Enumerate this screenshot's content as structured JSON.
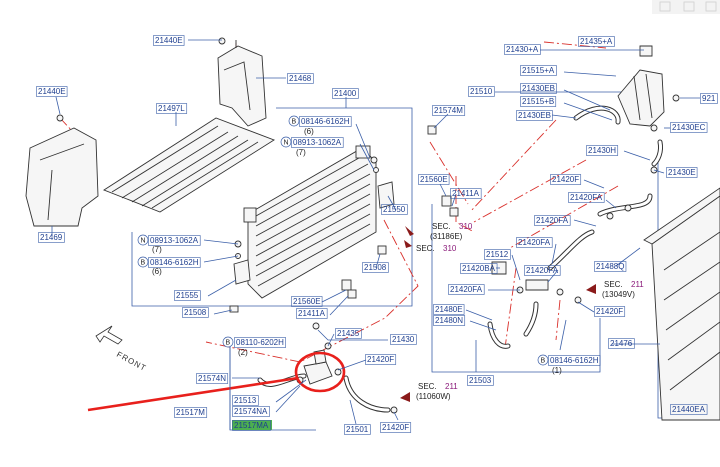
{
  "labels": {
    "l21440E_top": "21440E",
    "l21468": "21468",
    "l21440E_left": "21440E",
    "l21497L": "21497L",
    "l21469": "21469",
    "l21400": "21400",
    "l08146_6162H_a": "08146-6162H",
    "l08913_1062A_a": "08913-1062A",
    "l21574M": "21574M",
    "l21560E_a": "21560E",
    "l21411A_a": "21411A",
    "l21550": "21550",
    "l08913_1062A_b": "08913-1062A",
    "l08146_6162H_b": "08146-6162H",
    "l21555": "21555",
    "l21508_a": "21508",
    "l21508_b": "21508",
    "l21560E_b": "21560E",
    "l21411A_b": "21411A",
    "l21435": "21435",
    "l21430": "21430",
    "l08110_6202H": "08110-6202H",
    "l21420F_a": "21420F",
    "l21574N": "21574N",
    "l21513": "21513",
    "l21574NA": "21574NA",
    "l21517M": "21517M",
    "l21517MA": "21517MA",
    "l21501": "21501",
    "l21420F_b": "21420F",
    "l21503": "21503",
    "l21430A": "21430+A",
    "l21435A": "21435+A",
    "l21510": "21510",
    "l21515A": "21515+A",
    "l21430EB": "21430EB",
    "l21515B": "21515+B",
    "l21430EB_b": "21430EB",
    "l92": "921",
    "l21430EC": "21430EC",
    "l21430H": "21430H",
    "l21430E": "21430E",
    "l21420F_c": "21420F",
    "l21420FA_a": "21420FA",
    "l21420FA_b": "21420FA",
    "l21420FA_c": "21420FA",
    "l21420FA_d": "21420FA",
    "l21512": "21512",
    "l21420BA": "21420BA",
    "l21480E": "21480E",
    "l21480N": "21480N",
    "l21488Q": "21488Q",
    "l21420F_d": "21420F",
    "l08146_6162H_c": "08146-6162H",
    "l21476": "21476",
    "l21440EA": "21440EA"
  },
  "qty": {
    "q6a": "(6)",
    "q7a": "(7)",
    "q7b": "(7)",
    "q6b": "(6)",
    "q2": "(2)",
    "q1": "(1)"
  },
  "callouts": {
    "b1": "B",
    "n1": "N",
    "n2": "N",
    "b2": "B",
    "b3": "B",
    "b4": "B"
  },
  "sections": {
    "sec1_word": "SEC.",
    "sec1_num": "310",
    "sec1_ref": "(31186E)",
    "sec2_word": "SEC.",
    "sec2_num": "310",
    "sec3_word": "SEC.",
    "sec3_num": "211",
    "sec3_ref": "(13049V)",
    "sec4_word": "SEC.",
    "sec4_num": "211",
    "sec4_ref": "(11060W)"
  },
  "front_label": "FRONT",
  "highlight": {
    "part": "21517MA",
    "circle_color": "#e8201c",
    "arrow_color": "#e8201c",
    "label_color": "#4caf50"
  },
  "colors": {
    "label_blue": "#1f3f8f",
    "leader_blue": "#3b5fa8",
    "dash_red": "#d9302b",
    "section_purple": "#8a1a7a"
  }
}
